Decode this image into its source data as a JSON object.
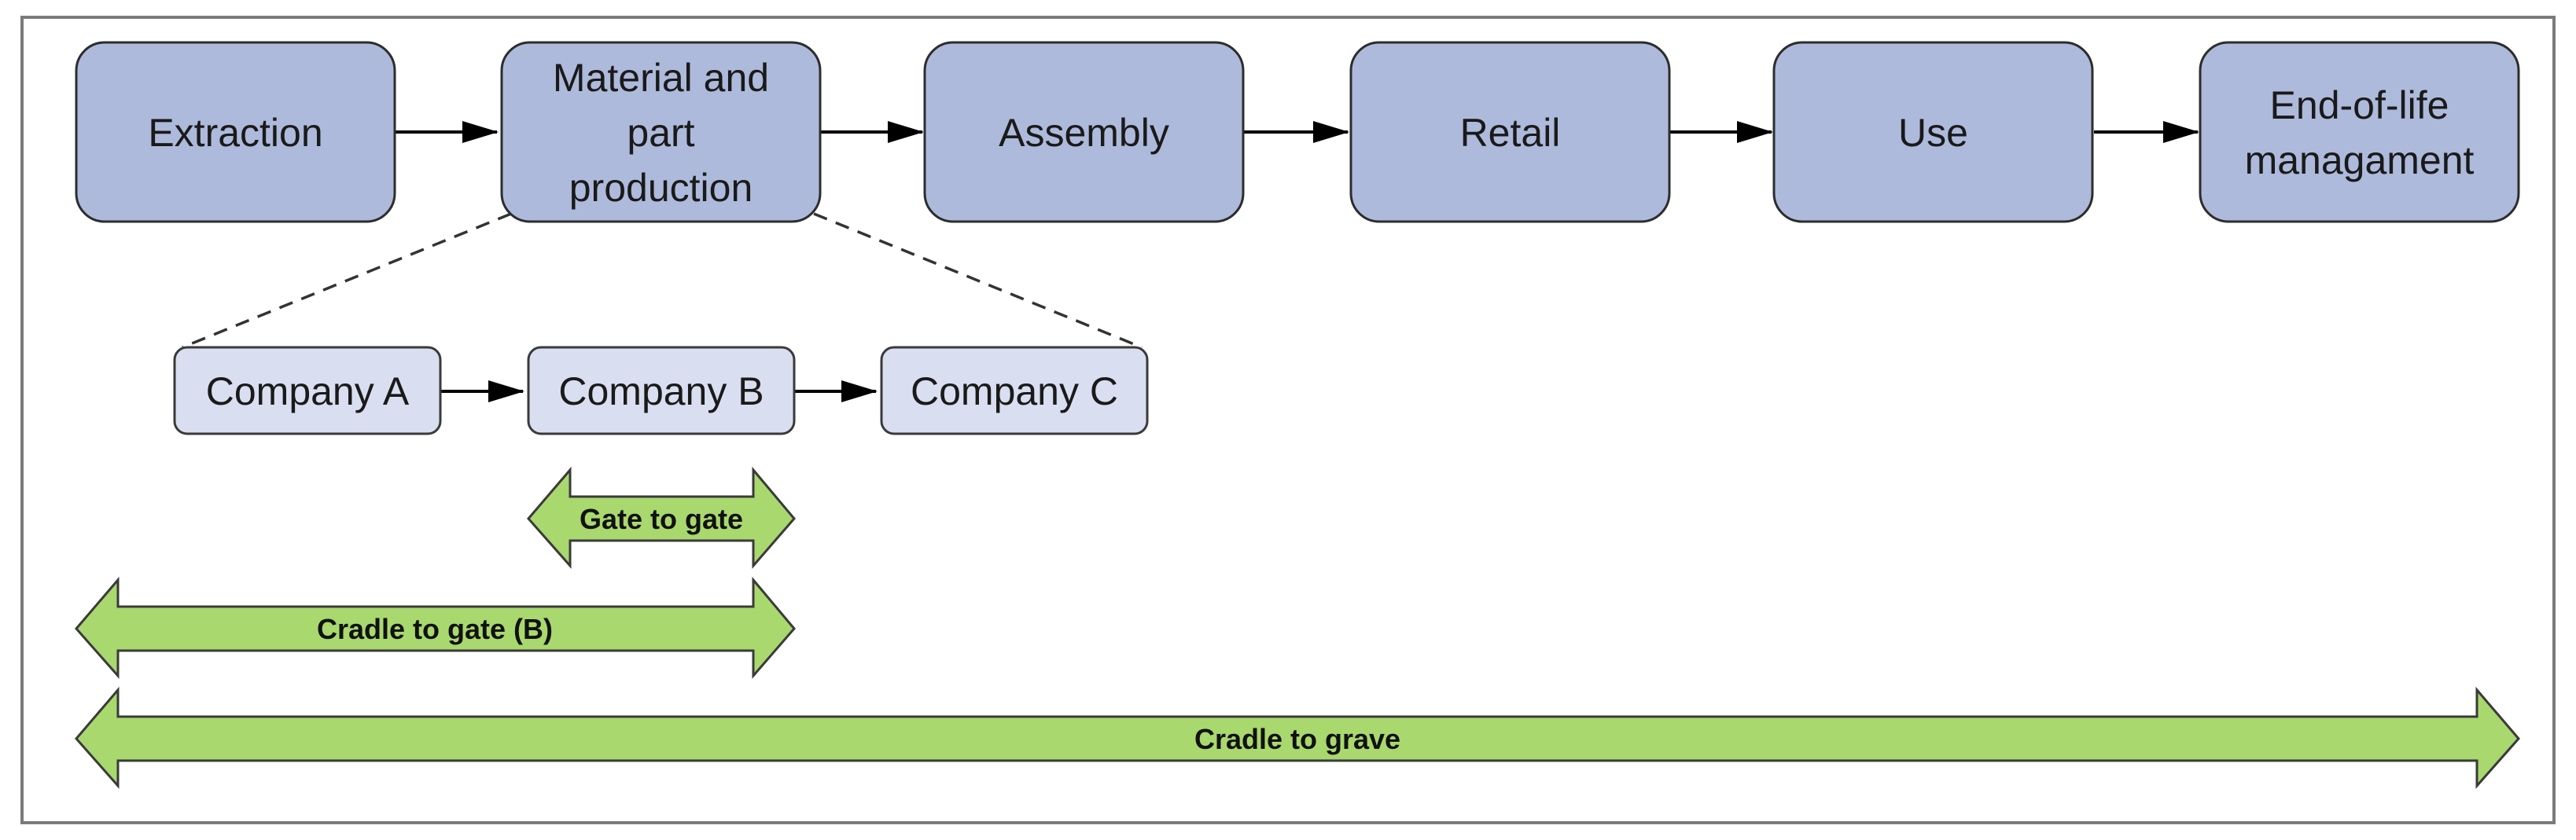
{
  "stages": [
    {
      "id": "extraction",
      "lines": [
        "Extraction"
      ]
    },
    {
      "id": "material-part-production",
      "lines": [
        "Material and",
        "part",
        "production"
      ]
    },
    {
      "id": "assembly",
      "lines": [
        "Assembly"
      ]
    },
    {
      "id": "retail",
      "lines": [
        "Retail"
      ]
    },
    {
      "id": "use",
      "lines": [
        "Use"
      ]
    },
    {
      "id": "end-of-life",
      "lines": [
        "End-of-life",
        "managament"
      ]
    }
  ],
  "companies": [
    {
      "id": "company-a",
      "label": "Company A"
    },
    {
      "id": "company-b",
      "label": "Company B"
    },
    {
      "id": "company-c",
      "label": "Company C"
    }
  ],
  "scopes": [
    {
      "id": "gate-to-gate",
      "label": "Gate to gate"
    },
    {
      "id": "cradle-to-gate-b",
      "label": "Cradle to gate (B)"
    },
    {
      "id": "cradle-to-grave",
      "label": "Cradle to grave"
    }
  ],
  "colors": {
    "stage_fill": "#aebadb",
    "company_fill": "#d9dff0",
    "scope_fill": "#a9d86e",
    "outline": "#2d2d2d"
  }
}
